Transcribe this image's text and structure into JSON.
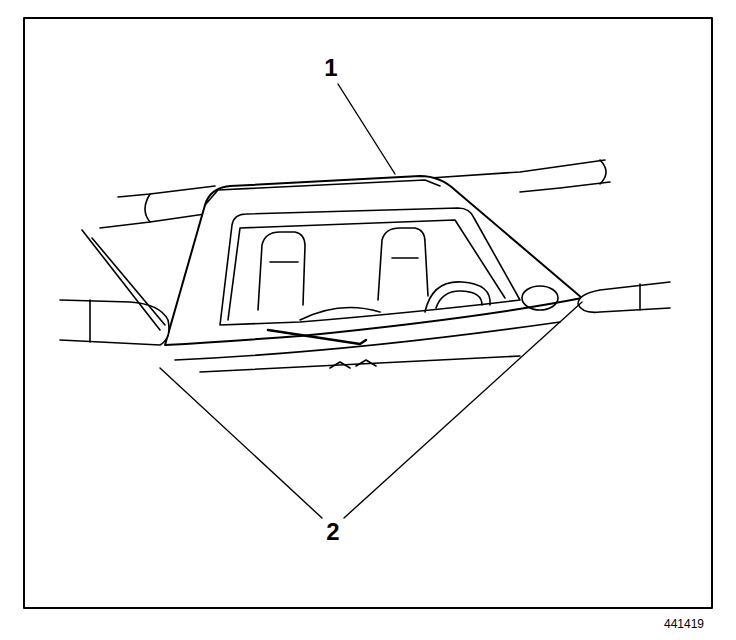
{
  "diagram": {
    "labels": [
      "1",
      "2",
      "441419"
    ]
  }
}
